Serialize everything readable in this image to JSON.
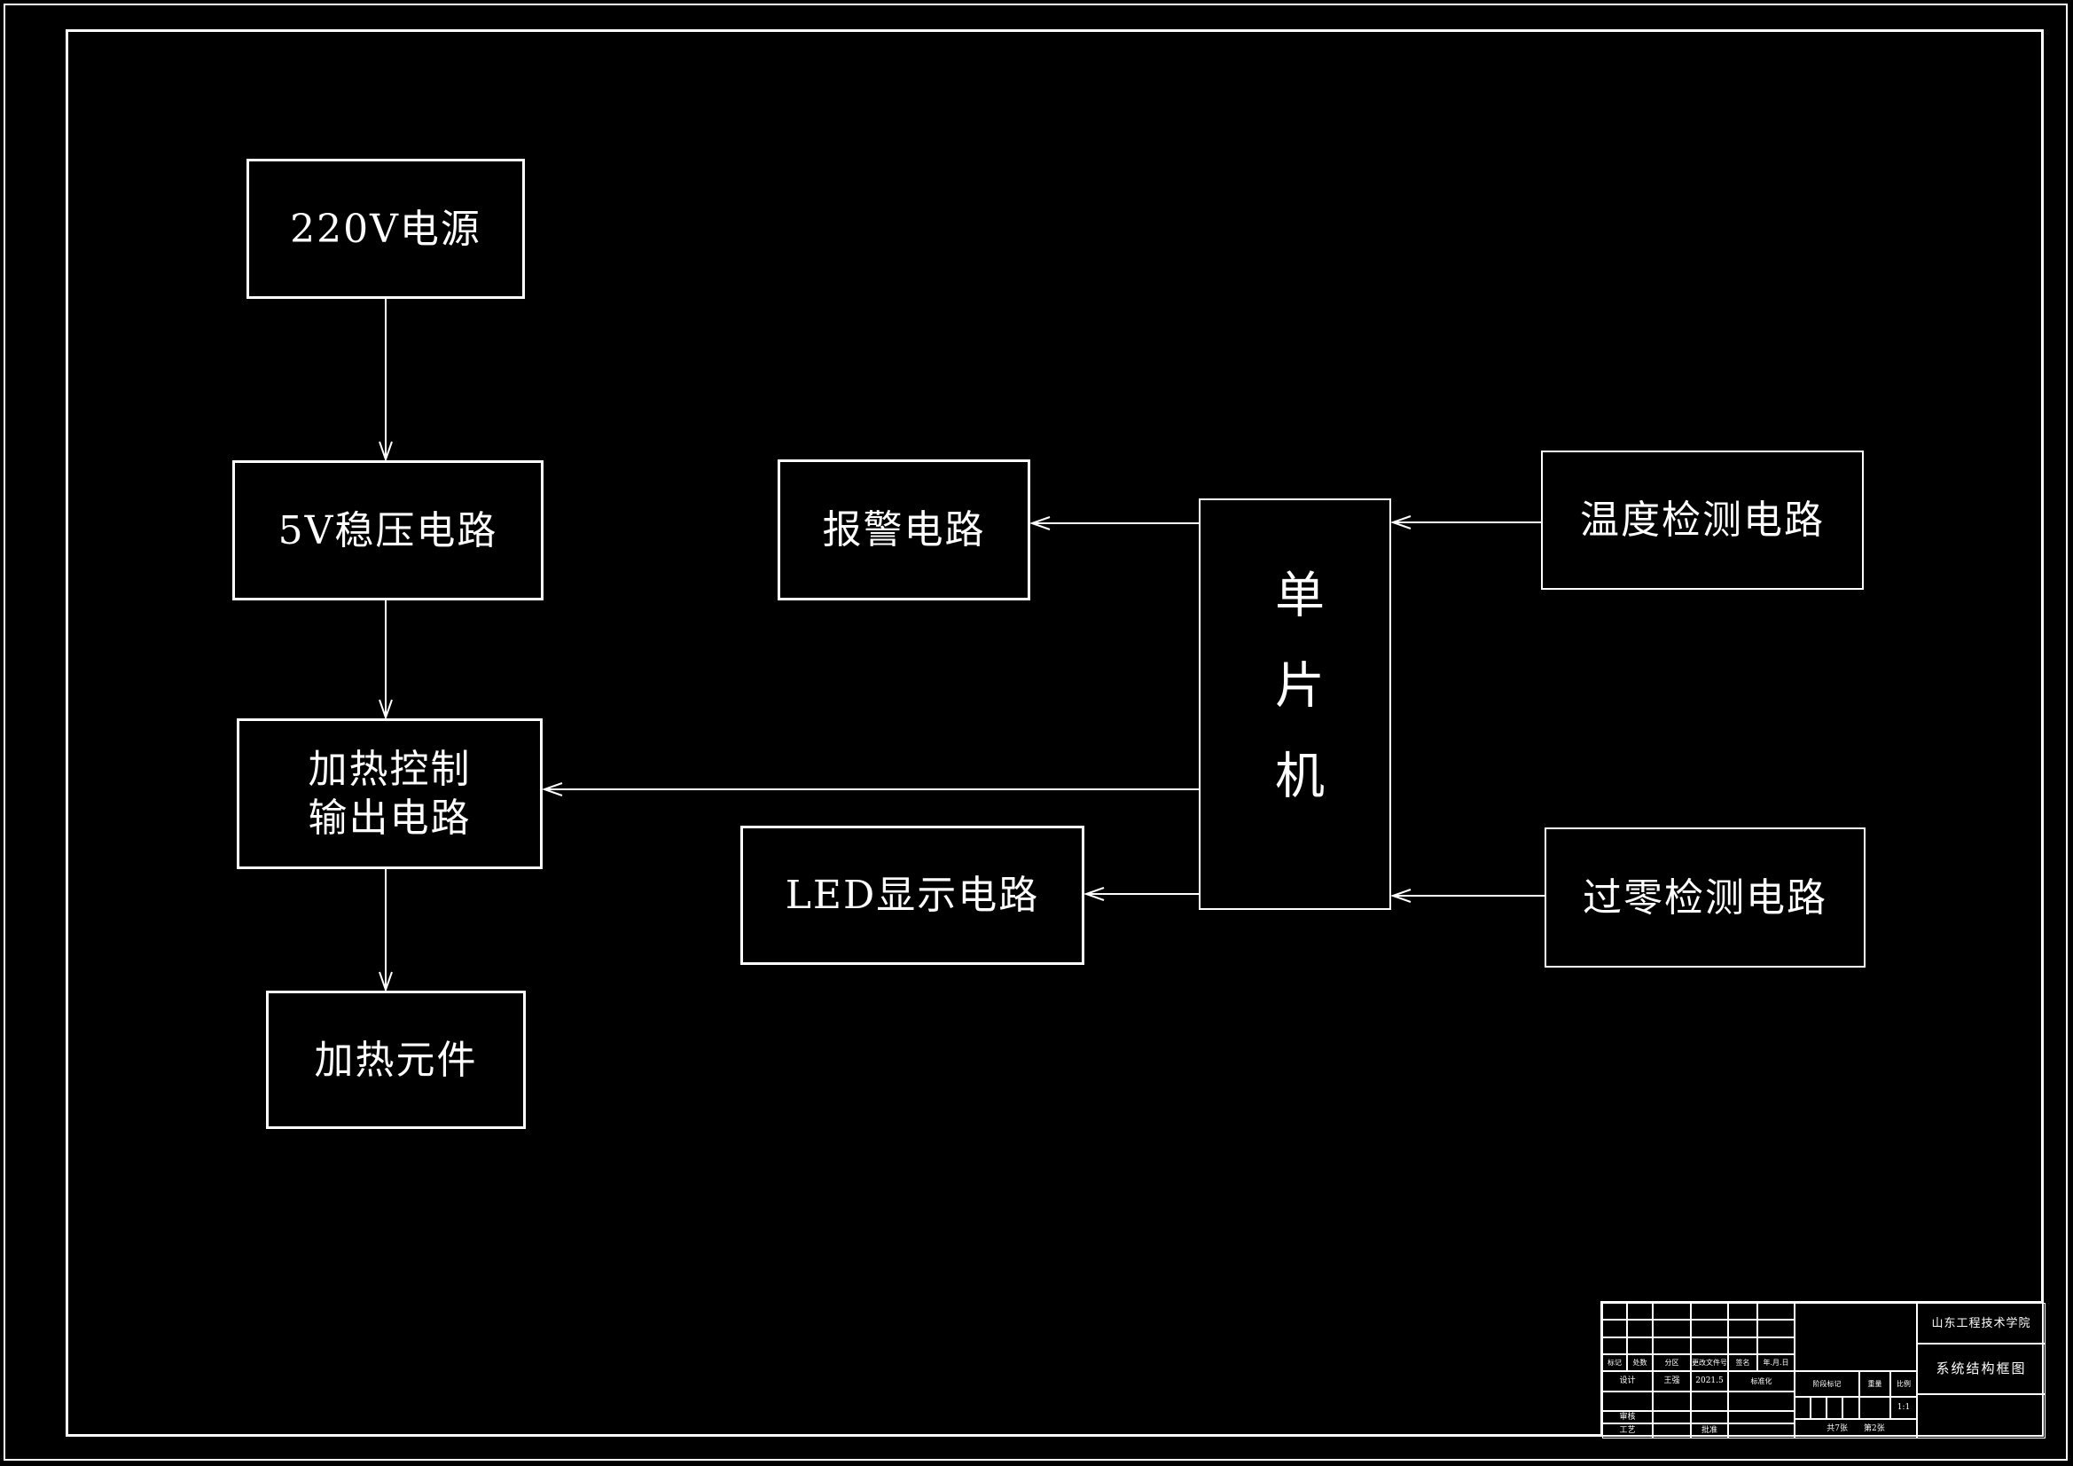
{
  "colors": {
    "background": "#000000",
    "line": "#ffffff"
  },
  "diagram": {
    "blocks": [
      {
        "id": "power220",
        "label": "220V电源"
      },
      {
        "id": "reg5v",
        "label": "5V稳压电路"
      },
      {
        "id": "heatctrl",
        "label_line1": "加热控制",
        "label_line2": "输出电路"
      },
      {
        "id": "heatelem",
        "label": "加热元件"
      },
      {
        "id": "alarm",
        "label": "报警电路"
      },
      {
        "id": "led",
        "label": "LED显示电路"
      },
      {
        "id": "mcu",
        "label": "单片机"
      },
      {
        "id": "temp",
        "label": "温度检测电路"
      },
      {
        "id": "zero",
        "label": "过零检测电路"
      }
    ]
  },
  "title_block": {
    "school": "山东工程技术学院",
    "drawing_title": "系统结构框图",
    "rev_headers": {
      "mark": "标记",
      "count": "处数",
      "zone": "分区",
      "file": "更改文件号",
      "sign": "签名",
      "date": "年.月.日"
    },
    "design_label": "设计",
    "designer": "王强",
    "design_date": "2021.5",
    "std_label": "标准化",
    "check_label": "审核",
    "process_label": "工艺",
    "approve_label": "批准",
    "stage_label": "阶段标记",
    "weight_label": "重量",
    "scale_label": "比例",
    "scale_value": "1:1",
    "sheet_total": "共7张",
    "sheet_no": "第2张"
  }
}
